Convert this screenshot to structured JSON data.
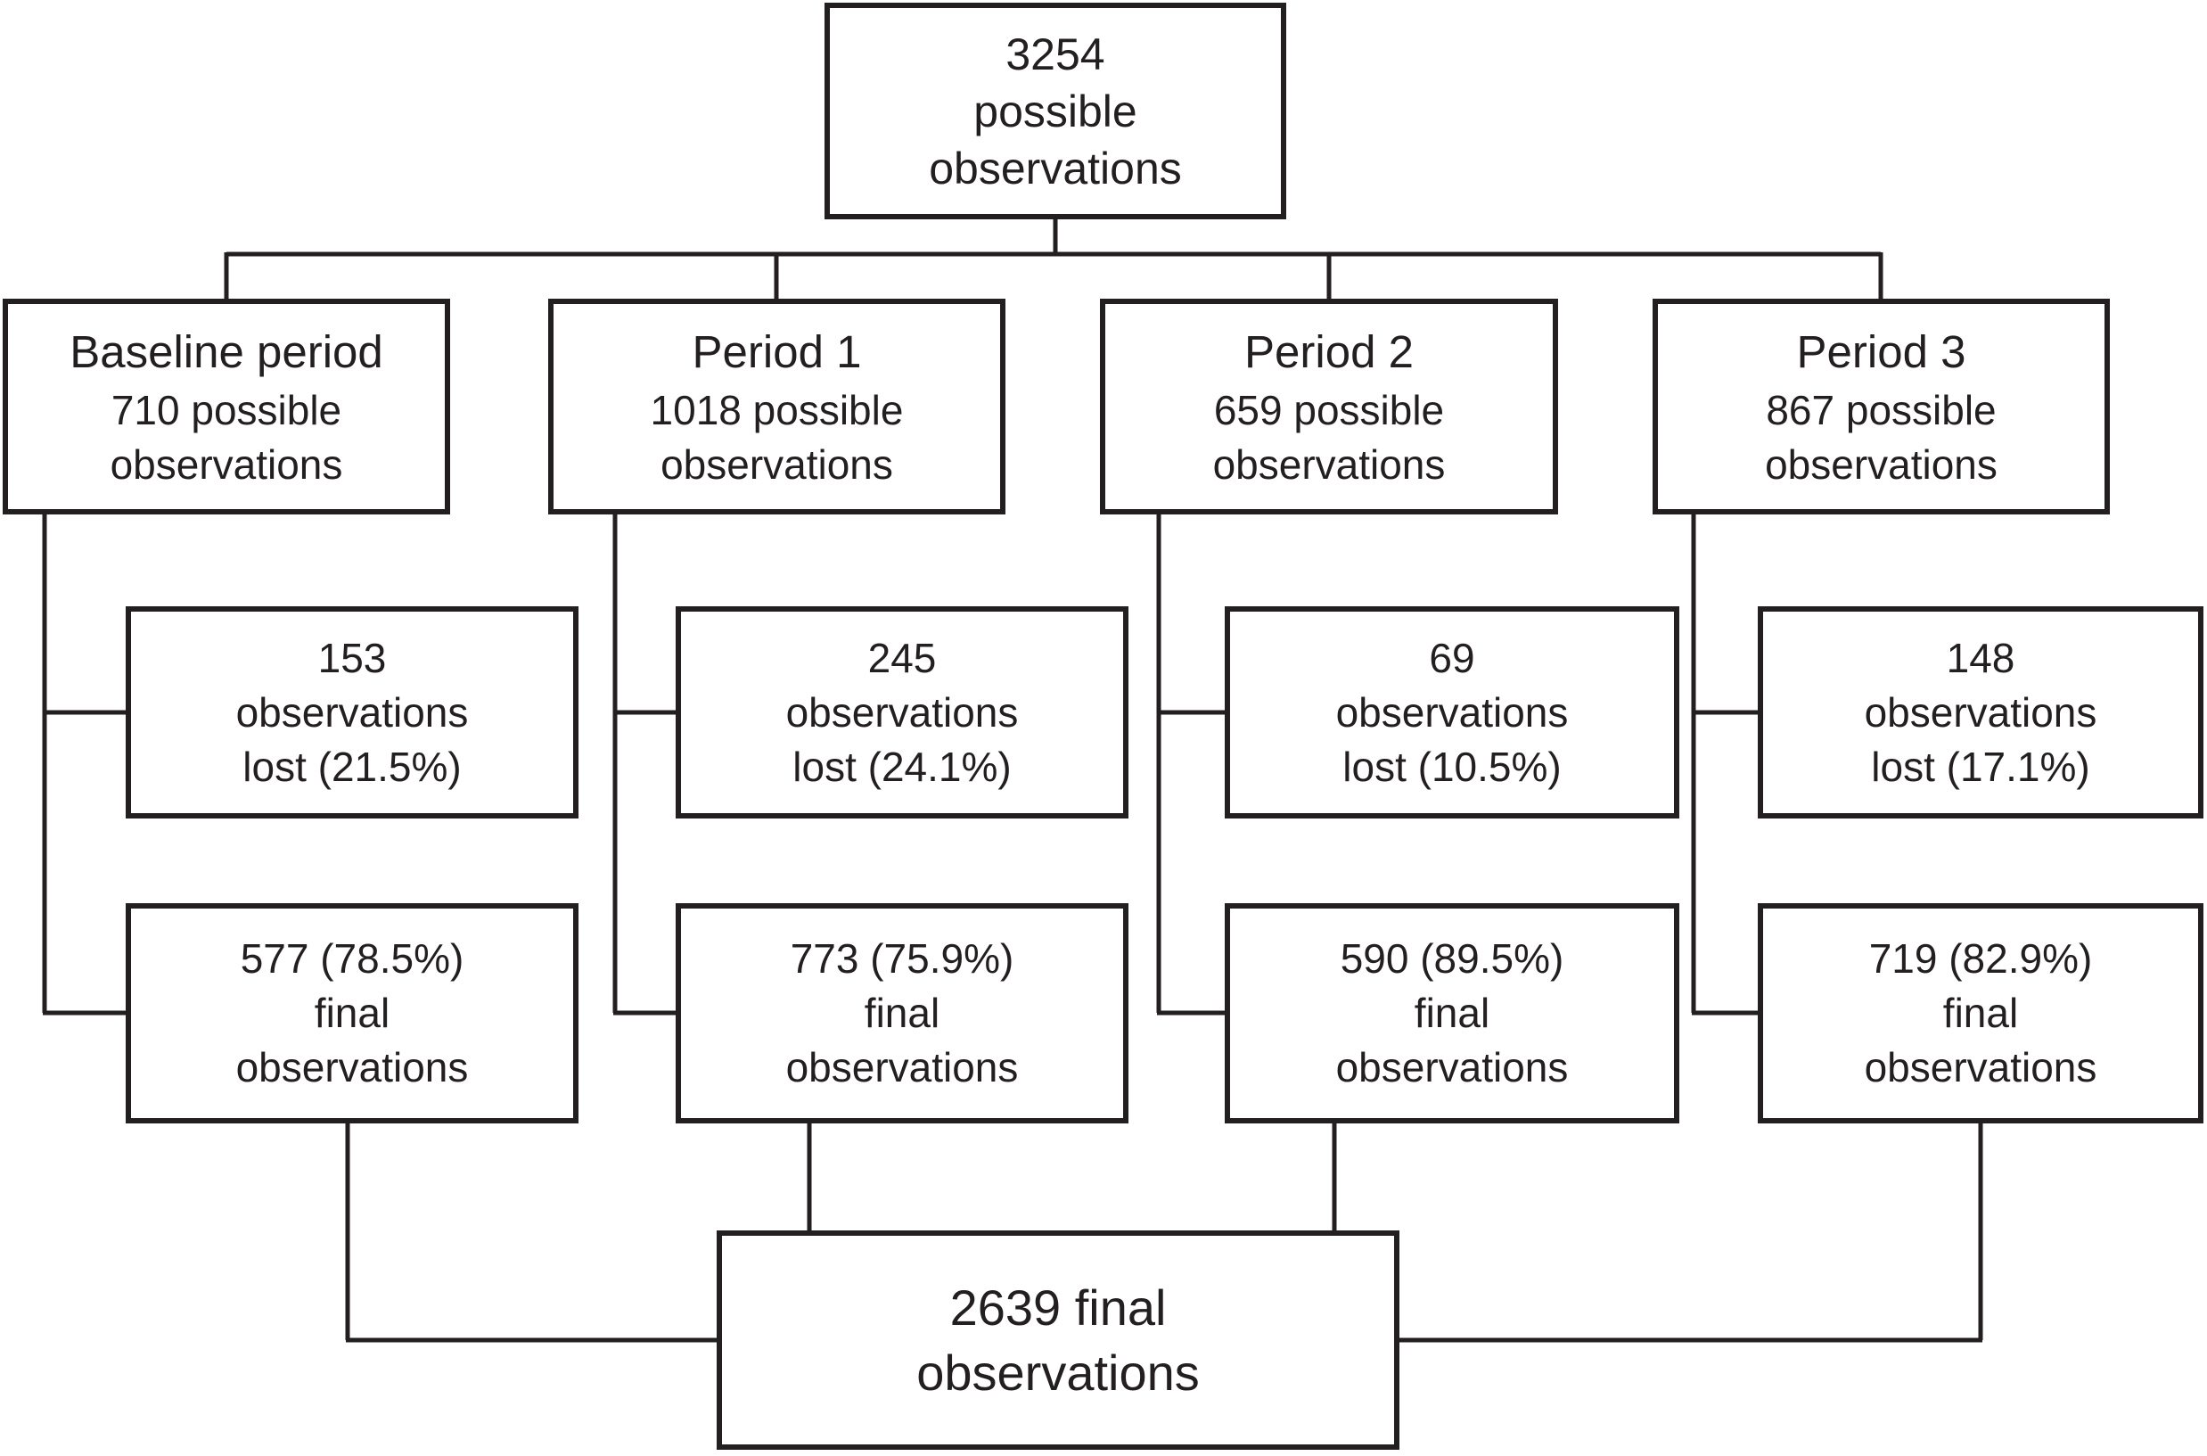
{
  "colors": {
    "line": "#231f20",
    "background": "#ffffff"
  },
  "boxes": {
    "total": {
      "lines": [
        "3254",
        "possible",
        "observations"
      ]
    },
    "baseline": {
      "title": "Baseline period",
      "lines": [
        "710 possible",
        "observations"
      ]
    },
    "period1": {
      "title": "Period 1",
      "lines": [
        "1018 possible",
        "observations"
      ]
    },
    "period2": {
      "title": "Period 2",
      "lines": [
        "659 possible",
        "observations"
      ]
    },
    "period3": {
      "title": "Period 3",
      "lines": [
        "867 possible",
        "observations"
      ]
    },
    "lost1": {
      "lines": [
        "153",
        "observations",
        "lost (21.5%)"
      ]
    },
    "lost2": {
      "lines": [
        "245",
        "observations",
        "lost (24.1%)"
      ]
    },
    "lost3": {
      "lines": [
        "69",
        "observations",
        "lost (10.5%)"
      ]
    },
    "lost4": {
      "lines": [
        "148",
        "observations",
        "lost (17.1%)"
      ]
    },
    "final1": {
      "lines": [
        "577 (78.5%)",
        "final",
        "observations"
      ]
    },
    "final2": {
      "lines": [
        "773 (75.9%)",
        "final",
        "observations"
      ]
    },
    "final3": {
      "lines": [
        "590 (89.5%)",
        "final",
        "observations"
      ]
    },
    "final4": {
      "lines": [
        "719 (82.9%)",
        "final",
        "observations"
      ]
    },
    "total_final": {
      "lines": [
        "2639 final",
        "observations"
      ]
    }
  }
}
